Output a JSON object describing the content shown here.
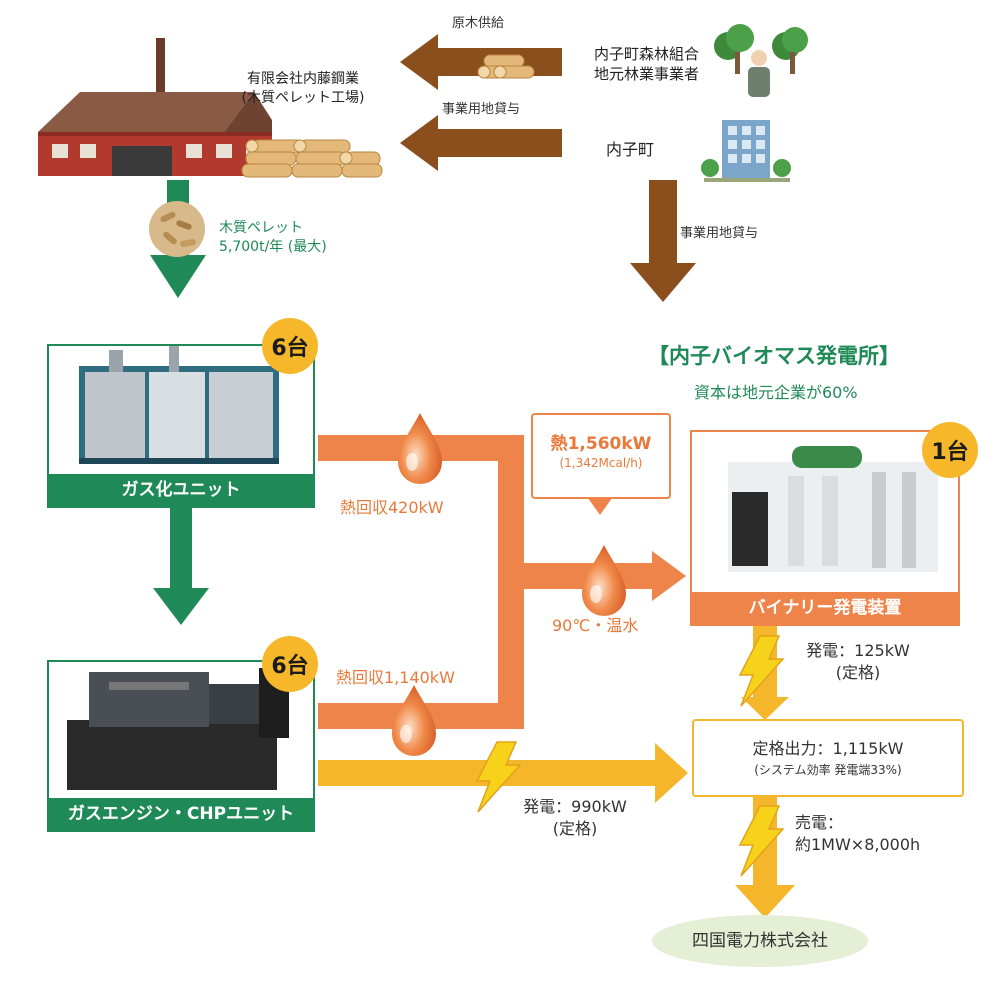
{
  "top": {
    "supply_label": "原木供給",
    "land_lease_label_1": "事業用地貸与",
    "land_lease_label_2": "事業用地貸与",
    "forest_org_line1": "内子町森林組合",
    "forest_org_line2": "地元林業事業者",
    "town_label": "内子町",
    "factory_line1": "有限会社内藤鋼業",
    "factory_line2": "(木質ペレット工場)"
  },
  "pellet": {
    "label_line1": "木質ペレット",
    "label_line2": "5,700t/年 (最大)"
  },
  "plant": {
    "title": "【内子バイオマス発電所】",
    "subtitle": "資本は地元企業が60%"
  },
  "units": {
    "gasifier": {
      "caption": "ガス化ユニット",
      "count": "6台"
    },
    "engine": {
      "caption": "ガスエンジン・CHPユニット",
      "count": "6台"
    },
    "binary": {
      "caption": "バイナリー発電装置",
      "count": "1台"
    }
  },
  "heat": {
    "recovery_420": "熱回収420kW",
    "recovery_1140": "熱回収1,140kW",
    "total_line1": "熱1,560kW",
    "total_line2": "(1,342Mcal/h)",
    "hot_water": "90℃・温水"
  },
  "power": {
    "binary_gen_line1": "発電：125kW",
    "binary_gen_line2": "(定格)",
    "engine_gen_line1": "発電：990kW",
    "engine_gen_line2": "(定格)",
    "rated_output_line1": "定格出力：1,115kW",
    "rated_output_line2": "(システム効率 発電端33%)",
    "sale_line1": "売電：",
    "sale_line2": "約1MW×8,000h"
  },
  "utility": {
    "name": "四国電力株式会社"
  },
  "colors": {
    "green": "#1f8a57",
    "orange": "#ef844a",
    "yellow": "#f5b62b",
    "brown": "#8a4f1d",
    "utility_bg": "#e4efd6"
  }
}
